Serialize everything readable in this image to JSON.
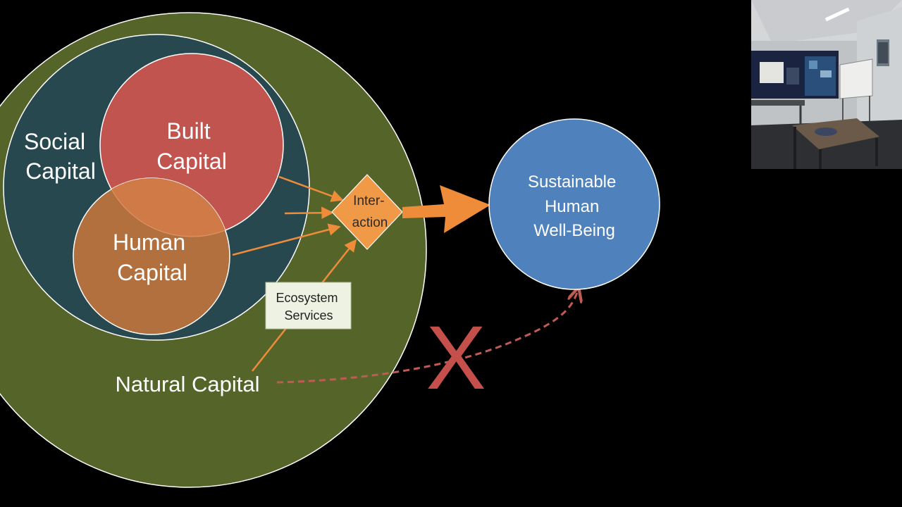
{
  "diagram": {
    "social_capital": {
      "line1": "Social",
      "line2": "Capital"
    },
    "built_capital": {
      "line1": "Built",
      "line2": "Capital"
    },
    "human_capital": {
      "line1": "Human",
      "line2": "Capital"
    },
    "natural_capital": {
      "label": "Natural Capital"
    },
    "interaction": {
      "line1": "Inter-",
      "line2": "action"
    },
    "ecosystem_services": {
      "line1": "Ecosystem",
      "line2": "Services"
    },
    "wellbeing": {
      "line1": "Sustainable",
      "line2": "Human",
      "line3": "Well-Being"
    },
    "cross_mark": "X"
  },
  "colors": {
    "background": "#000000",
    "natural_capital_fill": "#55652a",
    "social_capital_fill": "#284850",
    "built_capital_fill": "#c25450",
    "human_capital_fill": "#b2703f",
    "overlap_fill": "#d07a48",
    "interaction_fill": "#f09a48",
    "arrow_orange": "#ee8c3a",
    "dashed_red": "#c05a54",
    "cross_red": "#c5504b",
    "wellbeing_fill": "#4f81bd",
    "ecosystem_box_fill": "#eef2e2"
  },
  "webcam_inset": {
    "description_icon": "webcam-room-image"
  }
}
